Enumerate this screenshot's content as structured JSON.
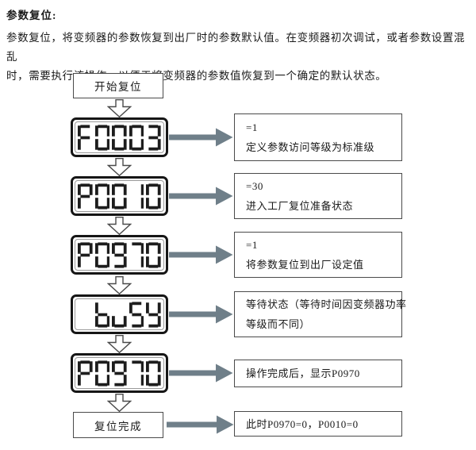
{
  "page": {
    "title": "参数复位:",
    "intro_lines": [
      "参数复位，将变频器的参数恢复到出厂时的参数默认值。在变频器初次调试，或者参数设置混乱",
      "时，需要执行该操作，以便于将变频器的参数值恢复到一个确定的默认状态。"
    ]
  },
  "flowchart": {
    "start_label": "开始复位",
    "end_label": "复位完成",
    "steps": [
      {
        "display": "F0003",
        "note_lines": [
          "=1",
          "定义参数访问等级为标准级"
        ]
      },
      {
        "display": "P0010",
        "note_lines": [
          "=30",
          "进入工厂复位准备状态"
        ]
      },
      {
        "display": "P0970",
        "note_lines": [
          "=1",
          "将参数复位到出厂设定值"
        ]
      },
      {
        "display": " buSY",
        "note_lines": [
          "等待状态（等待时间因变频器功率",
          "等级而不同）"
        ]
      },
      {
        "display": "P0970",
        "note_lines": [
          "操作完成后，显示P0970"
        ]
      }
    ],
    "end_note": "此时P0970=0，P0010=0"
  },
  "colors": {
    "arrow_fill": "#6f7f89",
    "arrow_outline": "#4a4a4a",
    "lcd_segment": "#1d1d1d",
    "box_border": "#4a4a4a"
  }
}
